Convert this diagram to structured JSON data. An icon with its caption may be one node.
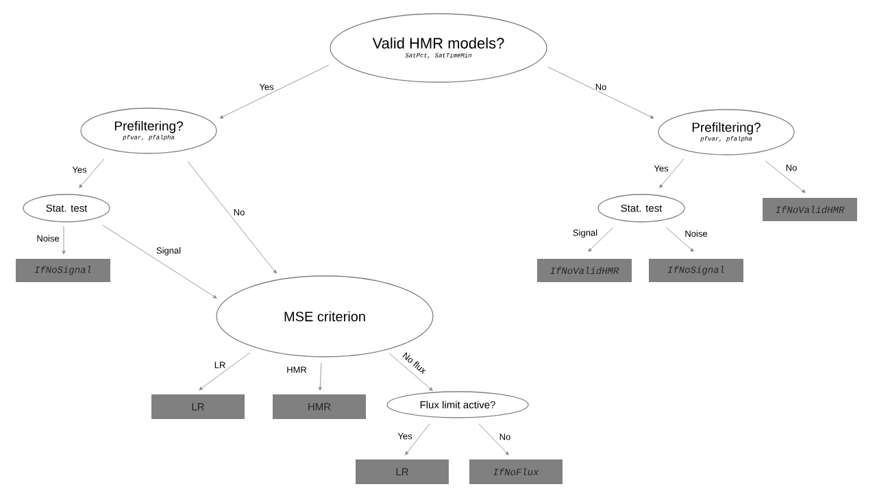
{
  "diagram": {
    "nodes": [
      {
        "text": [
          "Valid HMR models?",
          "SatPct, SatTimeMin"
        ]
      },
      {
        "text": [
          "Prefiltering?",
          "pfvar, pfalpha"
        ]
      },
      {
        "text": [
          "Prefiltering?",
          "pfvar, pfalpha"
        ]
      },
      {
        "text": [
          "Stat. test"
        ]
      },
      {
        "text": [
          "IfNoSignal"
        ]
      },
      {
        "text": [
          "MSE criterion"
        ]
      },
      {
        "text": [
          "LR"
        ]
      },
      {
        "text": [
          "HMR"
        ]
      },
      {
        "text": [
          "Flux limit active?"
        ]
      },
      {
        "text": [
          "LR"
        ]
      },
      {
        "text": [
          "IfNoFlux"
        ]
      },
      {
        "text": [
          "Stat. test"
        ]
      },
      {
        "text": [
          "IfNoValidHMR"
        ]
      },
      {
        "text": [
          "IfNoSignal"
        ]
      },
      {
        "text": [
          "IfNoValidHMR"
        ]
      }
    ],
    "edges": [
      {
        "from": 0,
        "to": 1,
        "arrow": "to",
        "label": "Yes"
      },
      {
        "from": 0,
        "to": 2,
        "arrow": "to",
        "label": "No"
      },
      {
        "from": 1,
        "to": 3,
        "arrow": "to",
        "label": "Yes"
      },
      {
        "from": 1,
        "to": 5,
        "arrow": "to",
        "label": "No"
      },
      {
        "from": 3,
        "to": 4,
        "arrow": "to",
        "label": "Noise"
      },
      {
        "from": 3,
        "to": 5,
        "arrow": "to",
        "label": "Signal"
      },
      {
        "from": 2,
        "to": 11,
        "arrow": "to",
        "label": "Yes"
      },
      {
        "from": 2,
        "to": 14,
        "arrow": "to",
        "label": "No"
      },
      {
        "from": 11,
        "to": 12,
        "arrow": "to",
        "label": "Signal"
      },
      {
        "from": 11,
        "to": 13,
        "arrow": "to",
        "label": "Noise"
      },
      {
        "from": 5,
        "to": 6,
        "arrow": "to",
        "label": "LR"
      },
      {
        "from": 5,
        "to": 7,
        "arrow": "to",
        "label": "HMR"
      },
      {
        "from": 5,
        "to": 8,
        "arrow": "to",
        "label": "No flux"
      },
      {
        "from": 8,
        "to": 9,
        "arrow": "to",
        "label": "Yes"
      },
      {
        "from": 8,
        "to": 10,
        "arrow": "to",
        "label": "No"
      }
    ]
  }
}
